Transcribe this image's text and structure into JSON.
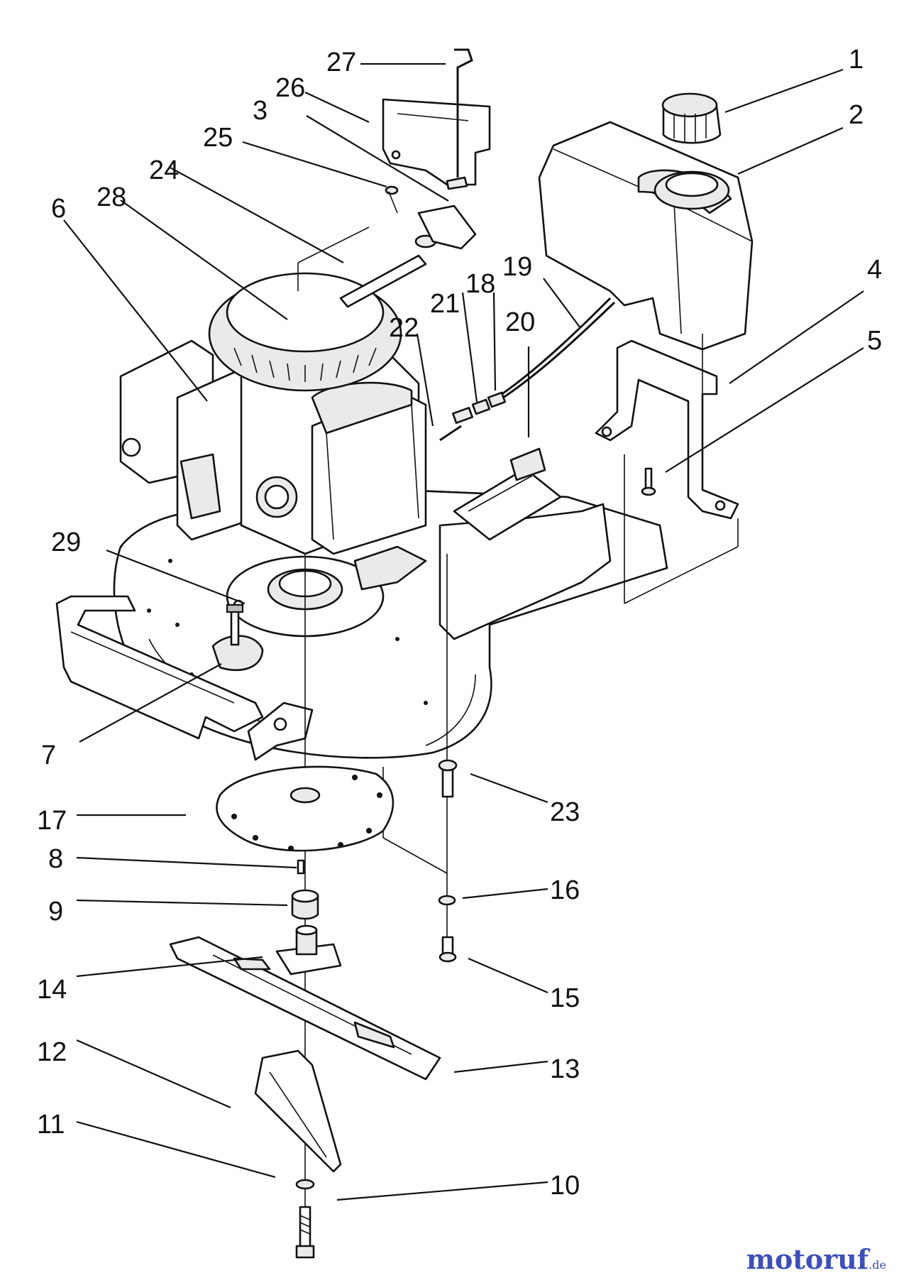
{
  "callouts": {
    "c1": "1",
    "c2": "2",
    "c3": "3",
    "c4": "4",
    "c5": "5",
    "c6": "6",
    "c7": "7",
    "c8": "8",
    "c9": "9",
    "c10": "10",
    "c11": "11",
    "c12": "12",
    "c13": "13",
    "c14": "14",
    "c15": "15",
    "c16": "16",
    "c17": "17",
    "c18": "18",
    "c19": "19",
    "c20": "20",
    "c21": "21",
    "c22": "22",
    "c23": "23",
    "c24": "24",
    "c25": "25",
    "c26": "26",
    "c27": "27",
    "c28": "28",
    "c29": "29"
  },
  "watermark": {
    "brand": "motoruf",
    "tld": ".de",
    "brand_color": "#3d4fb8"
  }
}
